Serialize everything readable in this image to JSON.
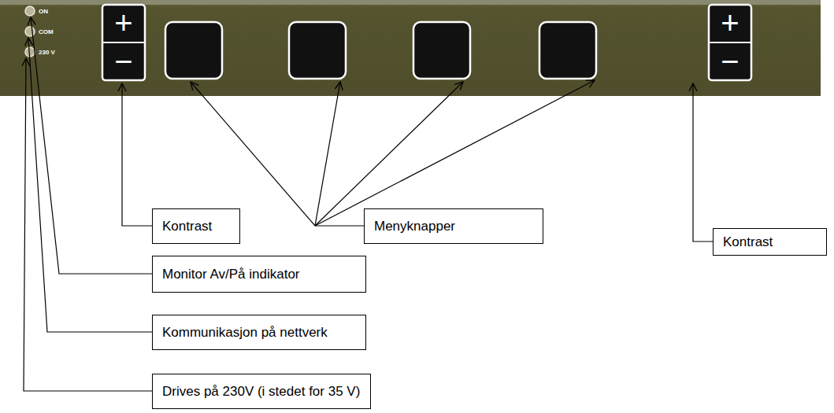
{
  "diagram": {
    "nodes": [
      {
        "text": [
          "Kontrast"
        ]
      },
      {
        "text": [
          "Menyknapper"
        ]
      },
      {
        "text": [
          "Kontrast"
        ]
      },
      {
        "text": [
          "Monitor Av/På indikator"
        ]
      },
      {
        "text": [
          "Kommunikasjon på nettverk"
        ]
      },
      {
        "text": [
          "Drives på 230V (i stedet for 35 V)"
        ]
      }
    ],
    "labels": [
      "ON",
      "COM",
      "230 V",
      "+",
      "−",
      "+",
      "−"
    ]
  }
}
